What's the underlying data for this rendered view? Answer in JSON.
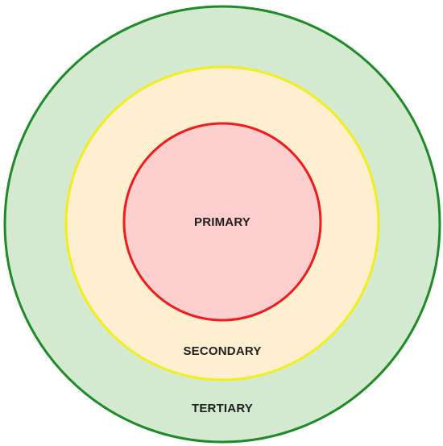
{
  "diagram": {
    "rings": [
      {
        "id": "tertiary",
        "label": "TERTIARY",
        "fill": "#d3ead1",
        "stroke": "#1e8a28"
      },
      {
        "id": "secondary",
        "label": "SECONDARY",
        "fill": "#fdefd0",
        "stroke": "#f2ee1c"
      },
      {
        "id": "primary",
        "label": "PRIMARY",
        "fill": "#fccfce",
        "stroke": "#ee1c1c"
      }
    ]
  }
}
